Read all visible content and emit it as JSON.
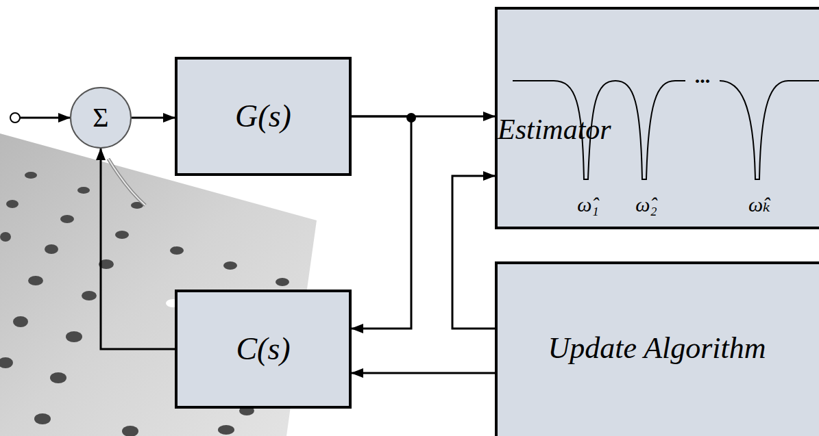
{
  "diagram": {
    "nodes": [
      {
        "text": [
          "Σ"
        ]
      },
      {
        "text": [
          "G(s)"
        ]
      },
      {
        "text": [
          "Estimator"
        ]
      },
      {
        "text": [
          "C(s)"
        ]
      },
      {
        "text": [
          "Update Algorithm"
        ]
      }
    ],
    "edges": [
      {
        "from": 0,
        "to": 1,
        "arrow": "to"
      },
      {
        "from": 1,
        "to": 2,
        "arrow": "to"
      },
      {
        "from": 1,
        "to": 3,
        "arrow": "to"
      },
      {
        "from": 3,
        "to": 0,
        "arrow": "to"
      },
      {
        "from": 4,
        "to": 2,
        "arrow": "to"
      },
      {
        "from": 4,
        "to": 3,
        "arrow": "to"
      }
    ],
    "labels": [
      "...",
      "ω̂₁",
      "ω̂₂",
      "ω̂ₖ"
    ]
  }
}
